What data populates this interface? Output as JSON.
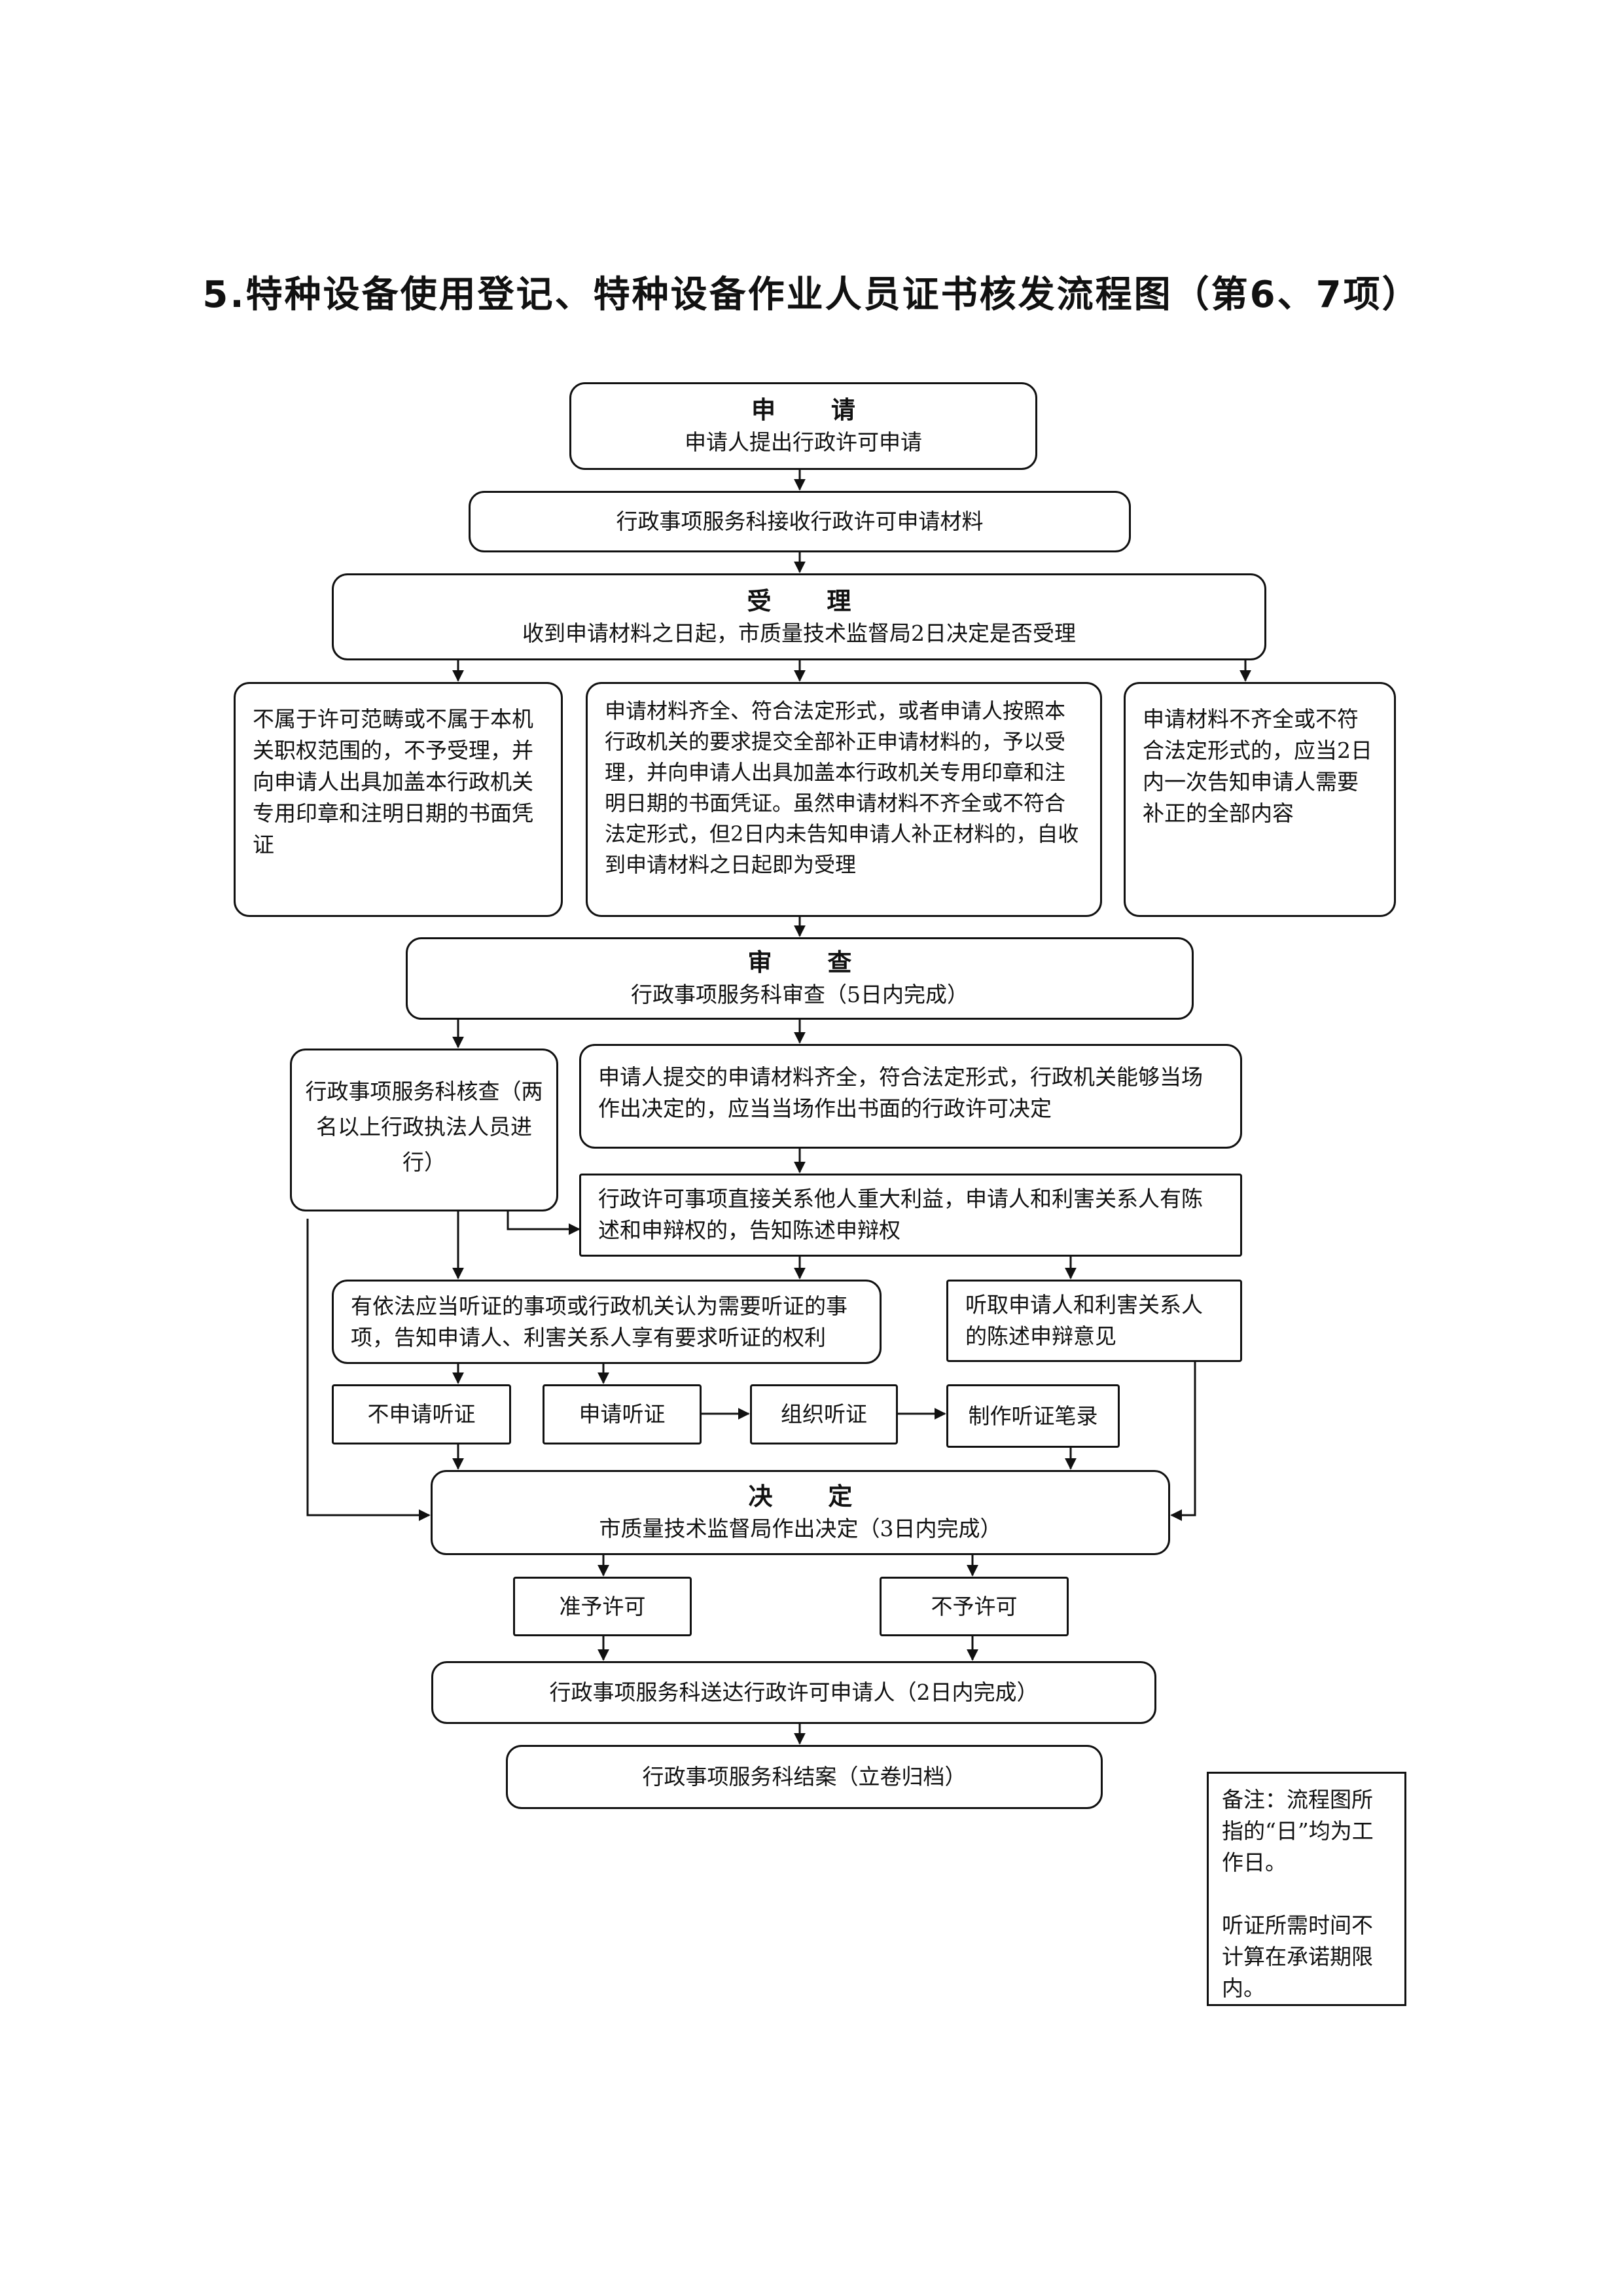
{
  "title": "5.特种设备使用登记、特种设备作业人员证书核发流程图（第6、7项）",
  "apply": {
    "heading": "申 请",
    "text": "申请人提出行政许可申请"
  },
  "receive": {
    "text": "行政事项服务科接收行政许可申请材料"
  },
  "accept": {
    "heading": "受 理",
    "text": "收到申请材料之日起，市质量技术监督局2日决定是否受理"
  },
  "branches": {
    "not_scope": "不属于许可范畴或不属于本机关职权范围的，不予受理，并向申请人出具加盖本行政机关专用印章和注明日期的书面凭证",
    "complete": "申请材料齐全、符合法定形式，或者申请人按照本行政机关的要求提交全部补正申请材料的，予以受理，并向申请人出具加盖本行政机关专用印章和注明日期的书面凭证。虽然申请材料不齐全或不符合法定形式，但2日内未告知申请人补正材料的，自收到申请材料之日起即为受理",
    "incomplete": "申请材料不齐全或不符合法定形式的，应当2日内一次告知申请人需要补正的全部内容"
  },
  "review": {
    "heading": "审 查",
    "text": "行政事项服务科审查（5日内完成）"
  },
  "verify": {
    "text": "行政事项服务科核查（两名以上行政执法人员进行）"
  },
  "onsite": {
    "text": "申请人提交的申请材料齐全，符合法定形式，行政机关能够当场作出决定的，应当当场作出书面的行政许可决定"
  },
  "interest": {
    "text": "行政许可事项直接关系他人重大利益，申请人和利害关系人有陈述和申辩权的，告知陈述申辩权"
  },
  "hearing_notice": {
    "text": "有依法应当听证的事项或行政机关认为需要听证的事项，告知申请人、利害关系人享有要求听证的权利"
  },
  "listen": {
    "text": "听取申请人和利害关系人的陈述申辩意见"
  },
  "no_hearing": "不申请听证",
  "request_hearing": "申请听证",
  "organize_hearing": "组织听证",
  "hearing_record": "制作听证笔录",
  "decision": {
    "heading": "决 定",
    "text": "市质量技术监督局作出决定（3日内完成）"
  },
  "grant": "准予许可",
  "deny": "不予许可",
  "deliver": "行政事项服务科送达行政许可申请人（2日内完成）",
  "archive": "行政事项服务科结案（立卷归档）",
  "note": {
    "line1": "备注：流程图所指的“日”均为工作日。",
    "line2": "听证所需时间不计算在承诺期限内。"
  }
}
